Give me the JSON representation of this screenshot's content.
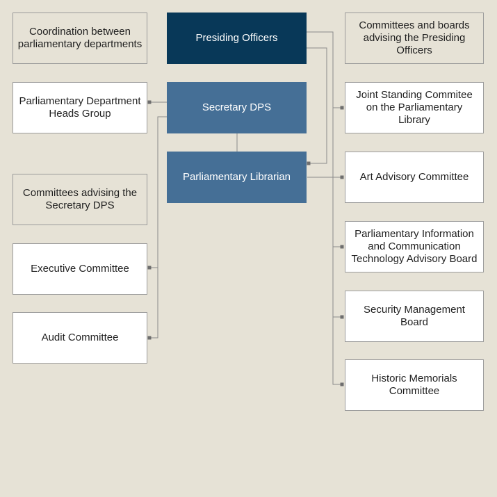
{
  "left_column": {
    "coordination_header": "Coordination between parliamentary departments",
    "dept_heads_group": "Parliamentary Department Heads Group",
    "advising_secretary_header": "Committees advising the Secretary DPS",
    "executive_committee": "Executive Committee",
    "audit_committee": "Audit Committee"
  },
  "center_column": {
    "presiding_officers": "Presiding Officers",
    "secretary_dps": "Secretary DPS",
    "parliamentary_librarian": "Parliamentary Librarian"
  },
  "right_column": {
    "advising_presiding_header": "Committees and boards advising the Presiding Officers",
    "joint_standing_committee": "Joint Standing Commitee on the Parliamentary Library",
    "art_advisory_committee": "Art Advisory Committee",
    "ict_advisory_board": "Parliamentary Information and Communication Technology Advisory Board",
    "security_management_board": "Security Management Board",
    "historic_memorials_committee": "Historic Memorials Committee"
  },
  "colors": {
    "background": "#e6e2d6",
    "presiding_box": "#083858",
    "secretary_box": "#456f96",
    "connector": "#8a8a8a"
  }
}
